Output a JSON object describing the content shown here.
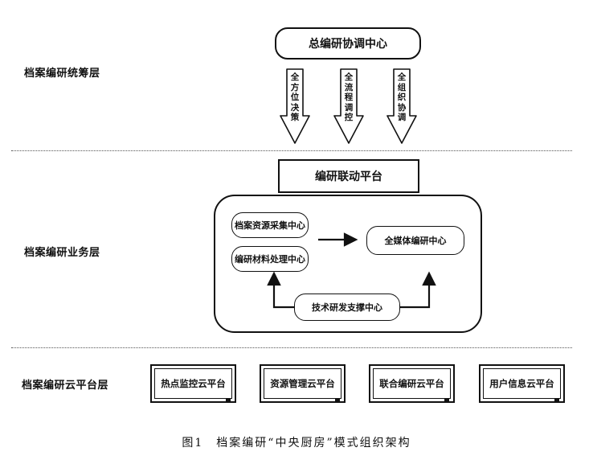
{
  "layers": {
    "planning": "档案编研统筹层",
    "business": "档案编研业务层",
    "cloud": "档案编研云平台层"
  },
  "top_center": "总编研协调中心",
  "down_arrows": [
    "全方位决策",
    "全流程调控",
    "全组织协调"
  ],
  "platform": "编研联动平台",
  "business_nodes": {
    "collect": "档案资源采集中心",
    "process": "编研材料处理中心",
    "media": "全媒体编研中心",
    "support": "技术研发支撑中心"
  },
  "cloud_platforms": [
    "热点监控云平台",
    "资源管理云平台",
    "联合编研云平台",
    "用户信息云平台"
  ],
  "caption": "图1　档案编研“中央厨房”模式组织架构"
}
